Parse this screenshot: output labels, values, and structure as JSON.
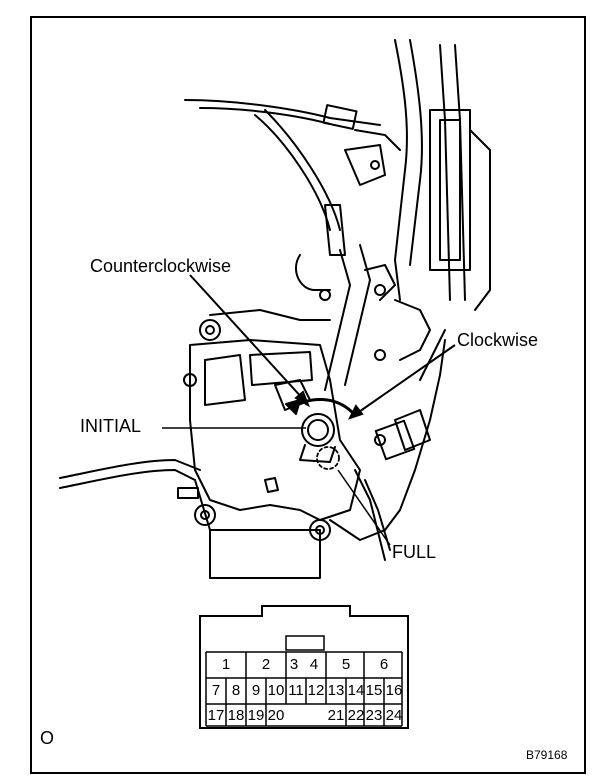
{
  "labels": {
    "counterclockwise": "Counterclockwise",
    "clockwise": "Clockwise",
    "initial": "INITIAL",
    "full": "FULL"
  },
  "connector": {
    "pins_row1": [
      "1",
      "2",
      "3",
      "4",
      "5",
      "6"
    ],
    "pins_row2": [
      "7",
      "8",
      "9",
      "10",
      "11",
      "12",
      "13",
      "14",
      "15",
      "16"
    ],
    "pins_row3": [
      "17",
      "18",
      "19",
      "20",
      "21",
      "22",
      "23",
      "24"
    ]
  },
  "footer": {
    "corner_mark": "O",
    "figure_id": "B79168"
  }
}
